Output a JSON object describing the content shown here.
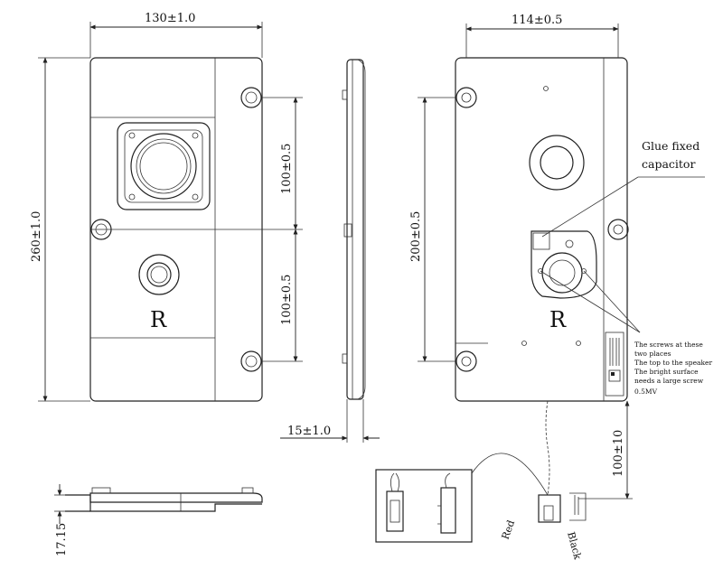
{
  "dimensions": {
    "width_front": "130±1.0",
    "height_front": "260±1.0",
    "spacing_upper": "100±0.5",
    "spacing_lower": "100±0.5",
    "thickness_side": "15±1.0",
    "width_back": "114±0.5",
    "spacing_back": "200±0.5",
    "cable_length": "100±10",
    "bottom_height": "17.15"
  },
  "labels": {
    "channel_front": "R",
    "channel_back": "R",
    "glue_callout": "Glue fixed\ncapacitor",
    "screw_note": [
      "The screws at these",
      "two places",
      "The top to the speaker",
      "The bright surface",
      "needs a large screw",
      "0.5MV"
    ],
    "wire_red": "Red",
    "wire_black": "Black"
  }
}
